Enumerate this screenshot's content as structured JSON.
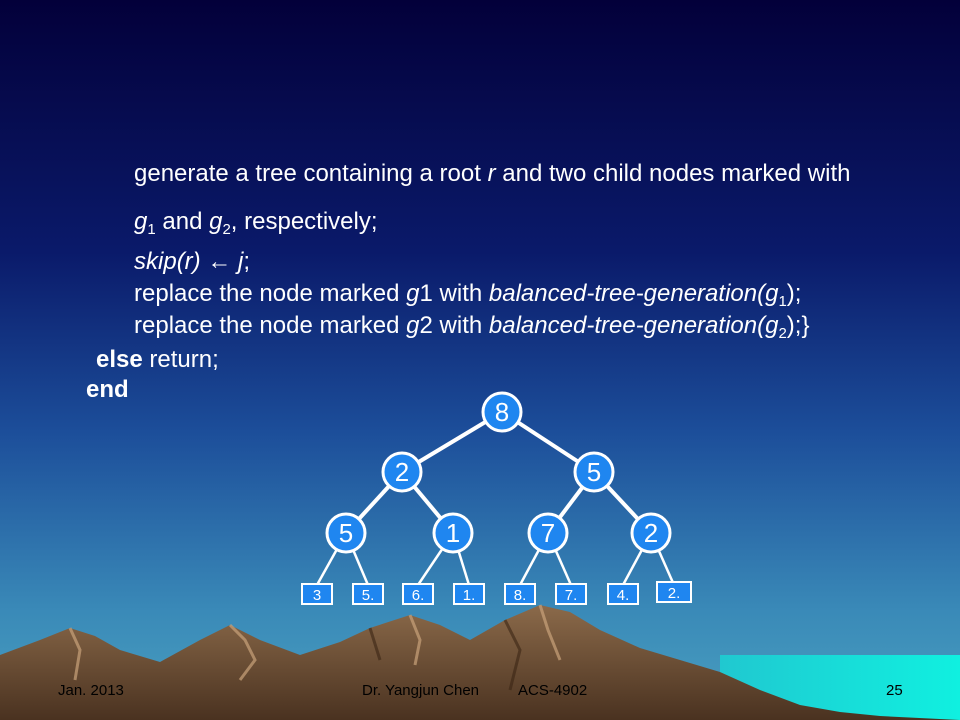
{
  "code": {
    "line1": "generate a tree containing a root",
    "line1_var": "r",
    "line1_rest": "and two child nodes marked with",
    "line2_g1": "g",
    "line2_sub1": "1",
    "line2_and": "and",
    "line2_g2": "g",
    "line2_sub2": "2",
    "line2_rest": ", respectively;",
    "line3_skip": "skip",
    "line3_r": "(r)",
    "line3_arrow": "←",
    "line3_j": "j",
    "line3_end": ";",
    "line4_a": "replace the node marked",
    "line4_g": "g",
    "line4_b": "1 with",
    "line4_fn": "balanced-tree-generation",
    "line4_c": "(g",
    "line4_sub": "1",
    "line4_d": ");",
    "line5_a": "replace the node marked",
    "line5_g": "g",
    "line5_b": "2 with",
    "line5_fn": "balanced-tree-generation",
    "line5_c": "(g",
    "line5_sub": "2",
    "line5_d": ");}",
    "line6_kw": "else",
    "line6_rest": "return;",
    "line7": "end"
  },
  "tree": {
    "root": "8",
    "level1": [
      "2",
      "5"
    ],
    "level2": [
      "5",
      "1",
      "7",
      "2"
    ],
    "leaves": [
      "3",
      "5.",
      "6.",
      "1.",
      "8.",
      "7.",
      "4.",
      "2."
    ]
  },
  "footer": {
    "date": "Jan. 2013",
    "author": "Dr. Yangjun Chen",
    "course": "ACS-4902",
    "page": "25"
  },
  "colors": {
    "node_fill": "#1f86f0",
    "node_stroke": "#ffffff",
    "sky_top": "#03003a",
    "sky_bottom": "#3f8fb8",
    "mountain": "#7a5a3e"
  }
}
